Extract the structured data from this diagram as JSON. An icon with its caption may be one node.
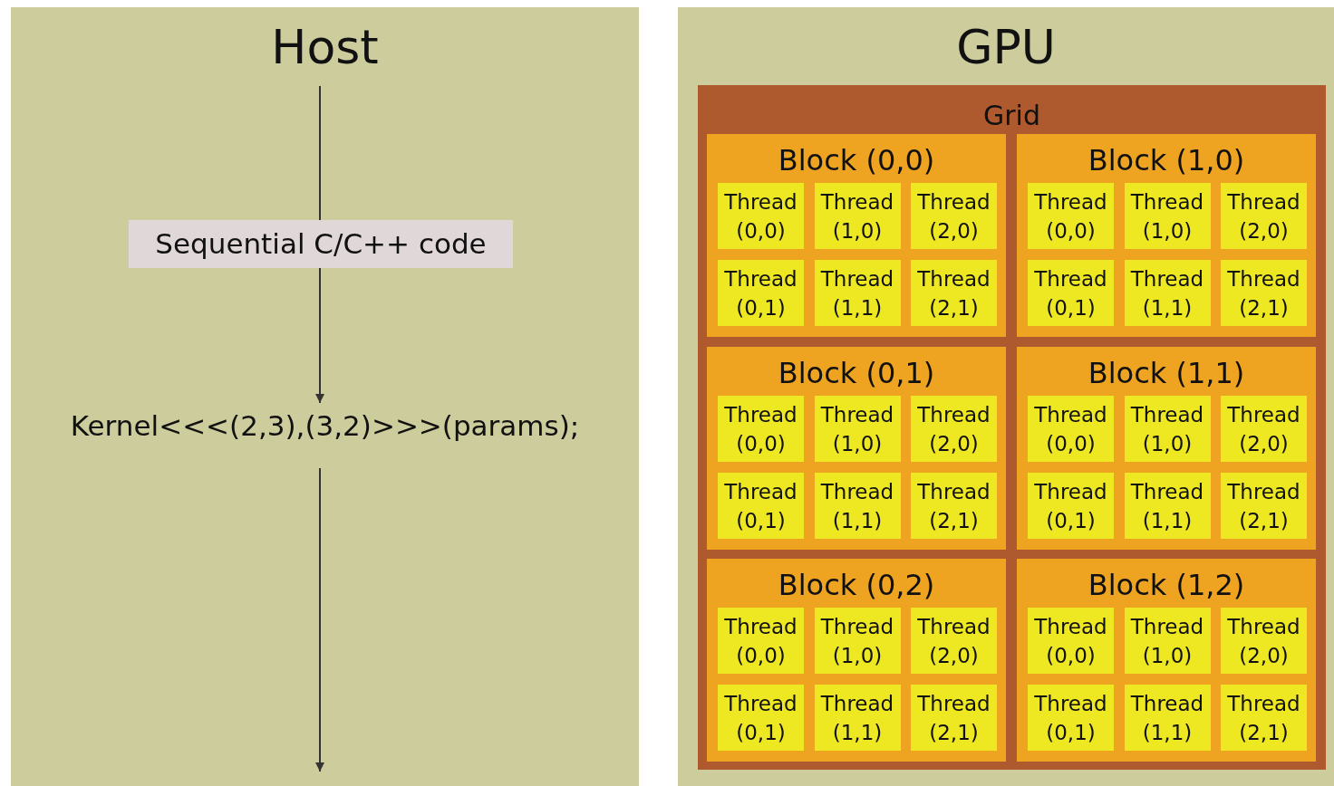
{
  "diagram": {
    "nodes": [
      {
        "text": [
          "Host"
        ]
      },
      {
        "text": [
          "Sequential C/C++ code"
        ],
        "in": 0
      },
      {
        "text": [
          "Kernel<<<(2,3),(3,2)>>>(params);"
        ],
        "in": 0
      },
      {
        "text": [
          "GPU"
        ]
      },
      {
        "text": [
          "Grid"
        ],
        "in": 3
      },
      {
        "text": [
          "Block (0,0)"
        ],
        "in": 4
      },
      {
        "text": [
          "Thread (0,0)"
        ],
        "in": 5
      },
      {
        "text": [
          "Thread (1,0)"
        ],
        "in": 5
      },
      {
        "text": [
          "Thread (2,0)"
        ],
        "in": 5
      },
      {
        "text": [
          "Thread (0,1)"
        ],
        "in": 5
      },
      {
        "text": [
          "Thread (1,1)"
        ],
        "in": 5
      },
      {
        "text": [
          "Thread (2,1)"
        ],
        "in": 5
      },
      {
        "text": [
          "Block (1,0)"
        ],
        "in": 4
      },
      {
        "text": [
          "Thread (0,0)"
        ],
        "in": 12
      },
      {
        "text": [
          "Thread (1,0)"
        ],
        "in": 12
      },
      {
        "text": [
          "Thread (2,0)"
        ],
        "in": 12
      },
      {
        "text": [
          "Thread (0,1)"
        ],
        "in": 12
      },
      {
        "text": [
          "Thread (1,1)"
        ],
        "in": 12
      },
      {
        "text": [
          "Thread (2,1)"
        ],
        "in": 12
      },
      {
        "text": [
          "Block (0,1)"
        ],
        "in": 4
      },
      {
        "text": [
          "Thread (0,0)"
        ],
        "in": 19
      },
      {
        "text": [
          "Thread (1,0)"
        ],
        "in": 19
      },
      {
        "text": [
          "Thread (2,0)"
        ],
        "in": 19
      },
      {
        "text": [
          "Thread (0,1)"
        ],
        "in": 19
      },
      {
        "text": [
          "Thread (1,1)"
        ],
        "in": 19
      },
      {
        "text": [
          "Thread (2,1)"
        ],
        "in": 19
      },
      {
        "text": [
          "Block (1,1)"
        ],
        "in": 4
      },
      {
        "text": [
          "Thread (0,0)"
        ],
        "in": 26
      },
      {
        "text": [
          "Thread (1,0)"
        ],
        "in": 26
      },
      {
        "text": [
          "Thread (2,0)"
        ],
        "in": 26
      },
      {
        "text": [
          "Thread (0,1)"
        ],
        "in": 26
      },
      {
        "text": [
          "Thread (1,1)"
        ],
        "in": 26
      },
      {
        "text": [
          "Thread (2,1)"
        ],
        "in": 26
      },
      {
        "text": [
          "Block (0,2)"
        ],
        "in": 4
      },
      {
        "text": [
          "Thread (0,0)"
        ],
        "in": 33
      },
      {
        "text": [
          "Thread (1,0)"
        ],
        "in": 33
      },
      {
        "text": [
          "Thread (2,0)"
        ],
        "in": 33
      },
      {
        "text": [
          "Thread (0,1)"
        ],
        "in": 33
      },
      {
        "text": [
          "Thread (1,1)"
        ],
        "in": 33
      },
      {
        "text": [
          "Thread (2,1)"
        ],
        "in": 33
      },
      {
        "text": [
          "Block (1,2)"
        ],
        "in": 4
      },
      {
        "text": [
          "Thread (0,0)"
        ],
        "in": 40
      },
      {
        "text": [
          "Thread (1,0)"
        ],
        "in": 40
      },
      {
        "text": [
          "Thread (2,0)"
        ],
        "in": 40
      },
      {
        "text": [
          "Thread (0,1)"
        ],
        "in": 40
      },
      {
        "text": [
          "Thread (1,1)"
        ],
        "in": 40
      },
      {
        "text": [
          "Thread (2,1)"
        ],
        "in": 40
      }
    ],
    "edges": [
      {
        "from": null,
        "to": 1,
        "arrow": "none"
      },
      {
        "from": 1,
        "to": 2,
        "arrow": "to"
      },
      {
        "from": 2,
        "to": null,
        "arrow": "to"
      }
    ]
  }
}
